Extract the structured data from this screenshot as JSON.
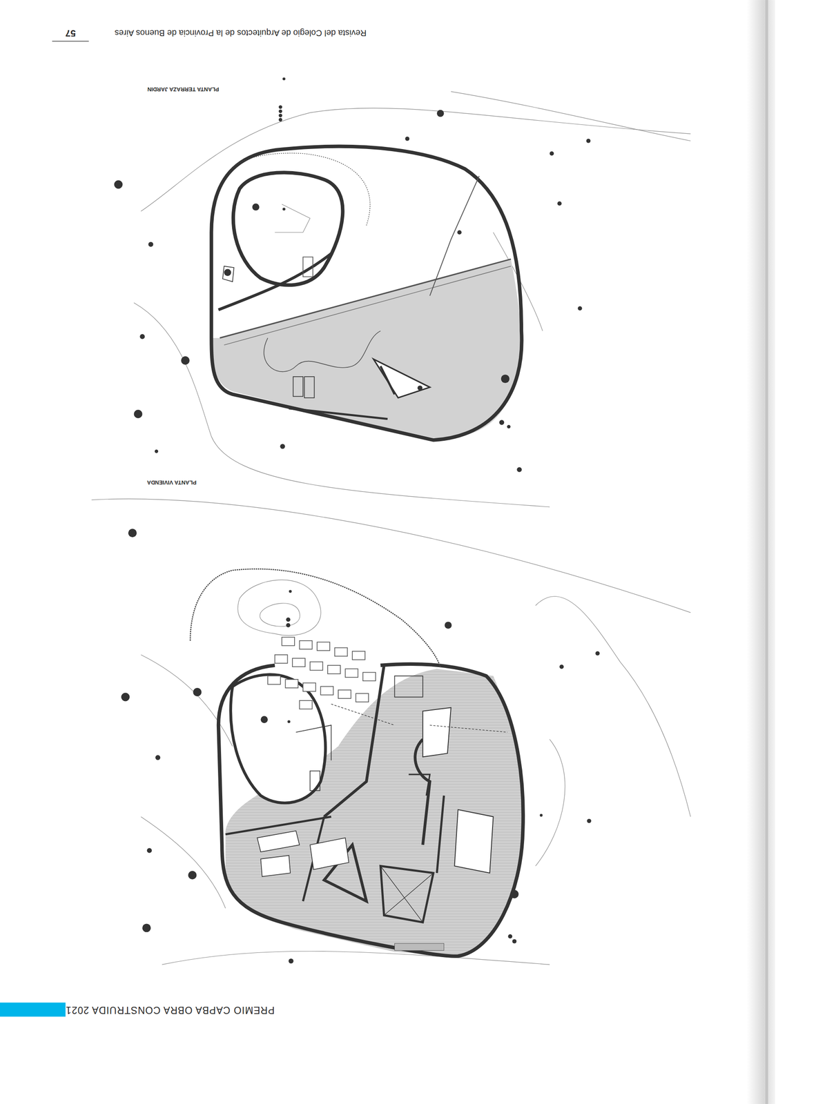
{
  "diagram": {
    "labels": [
      "57",
      "Revista del Colegio de Arquitectos de la Provincia de Buenos Aires",
      "PLANTA TERRAZA JARDIN",
      "PLANTA VIVIENDA",
      "PREMIO CAPBA OBRA CONSTRUIDA 2021"
    ]
  }
}
